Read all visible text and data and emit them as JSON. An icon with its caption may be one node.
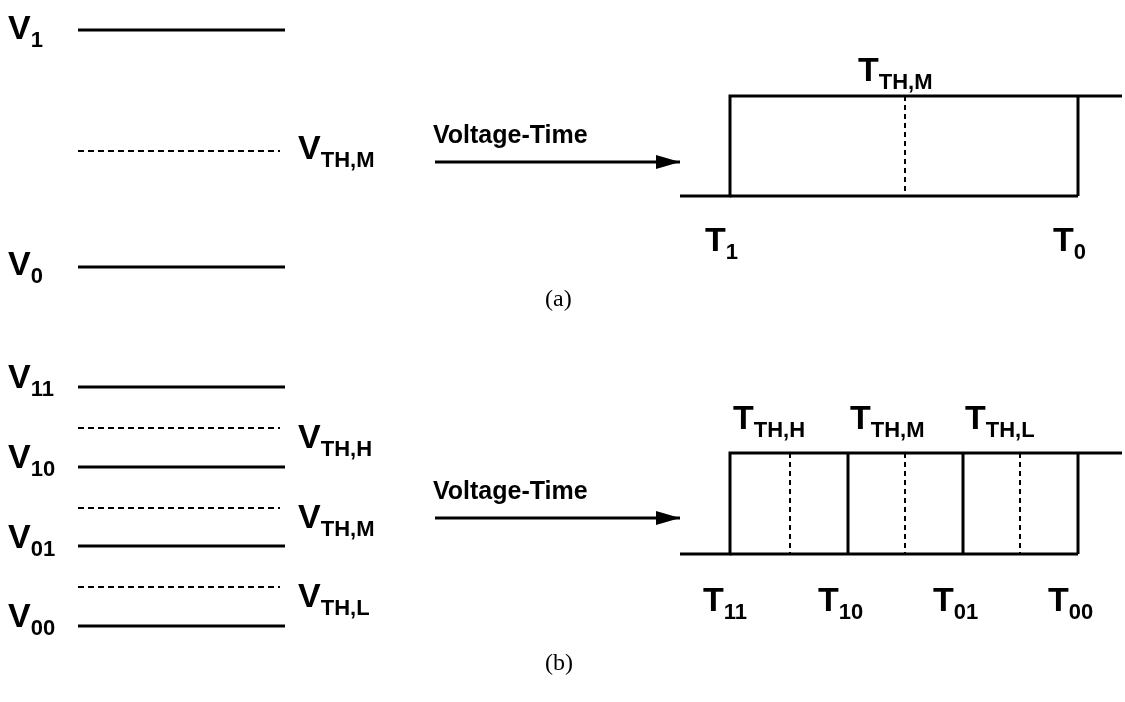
{
  "diagram": {
    "nodes": [
      {
        "text": [],
        "shape": "picture",
        "beside": [
          "T$_{TH,M}$",
          "T$_{1}$",
          "T$_{0}$"
        ]
      },
      {
        "text": [],
        "shape": "picture",
        "beside": [
          "T$_{TH,H}$",
          "T$_{TH,M}$",
          "T$_{TH,L}$",
          "T$_{11}$",
          "T$_{10}$",
          "T$_{01}$",
          "T$_{00}$"
        ]
      }
    ],
    "edges": [
      {
        "from": null,
        "to": 0,
        "arrow": "to",
        "label": "Voltage-Time"
      },
      {
        "from": null,
        "to": 1,
        "arrow": "to",
        "label": "Voltage-Time"
      }
    ],
    "labels": [
      "V$_{1}$",
      "V$_{TH,M}$",
      "V$_{0}$",
      "(a)",
      "V$_{11}$",
      "V$_{TH,H}$",
      "V$_{10}$",
      "V$_{TH,M}$",
      "V$_{01}$",
      "V$_{TH,L}$",
      "V$_{00}$",
      "(b)"
    ]
  }
}
